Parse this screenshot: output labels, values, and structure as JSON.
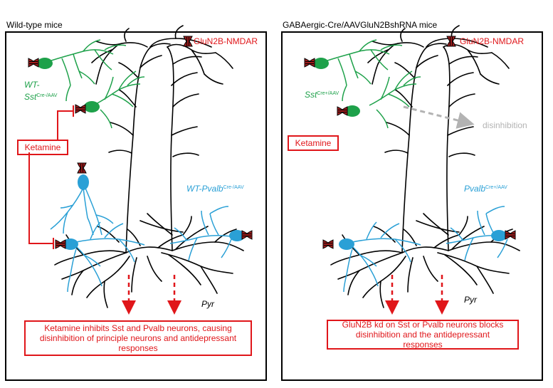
{
  "left_panel": {
    "title": "Wild-type mice",
    "legend": "GluN2B-NMDAR",
    "drug": "Ketamine",
    "sst_label": {
      "prefix": "WT-",
      "main": "Sst",
      "sup": "Cre-/AAV"
    },
    "pvalb_label": {
      "main": "WT-Pvalb",
      "sup": "Cre-/AAV"
    },
    "pyr_label": "Pyr",
    "outcome": "Ketamine inhibits Sst and Pvalb neurons, causing disinhibition of principle neurons and antidepressant responses"
  },
  "right_panel": {
    "title": "GABAergic-Cre/AAVGluN2BshRNA mice",
    "legend": "GluN2B-NMDAR",
    "drug": "Ketamine",
    "sst_label": {
      "main": "Sst",
      "sup": "Cre+/AAV"
    },
    "pvalb_label": {
      "main": "Pvalb",
      "sup": "Cre+/AAV"
    },
    "pyr_label": "Pyr",
    "disinhibition_label": "disinhibition",
    "outcome": "GluN2B kd on Sst or Pvalb neurons blocks disinhibition and the antidepressant responses"
  },
  "colors": {
    "receptor": "#a01c1c",
    "inhibition": "#e0161a",
    "sst": "#1ea14a",
    "pvalb": "#2aa0d6",
    "pyramidal": "#000000",
    "disinhibition_arrow": "#b3b3b3"
  }
}
